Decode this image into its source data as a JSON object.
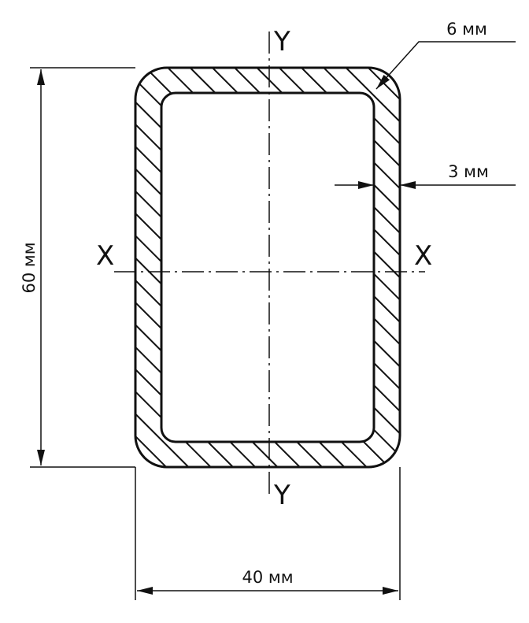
{
  "title": "Rectangular tube cross-section",
  "labels": {
    "axis_y_top": "Y",
    "axis_y_bottom": "Y",
    "axis_x_left": "X",
    "axis_x_right": "X",
    "radius": "6 мм",
    "wall_thickness": "3 мм",
    "height": "60 мм",
    "width": "40 мм"
  },
  "colors": {
    "stroke": "#111111",
    "background": "#ffffff"
  }
}
